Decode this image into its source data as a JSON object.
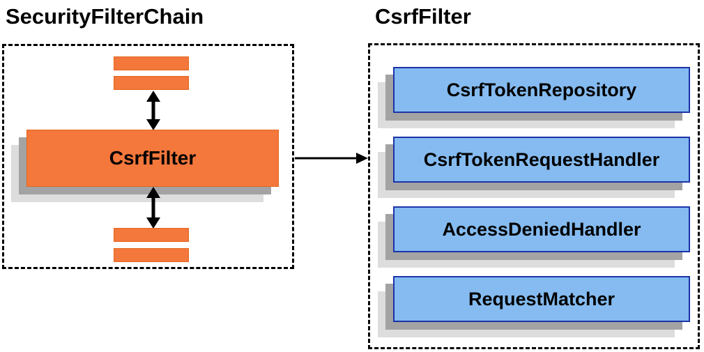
{
  "diagram": {
    "left": {
      "title": "SecurityFilterChain",
      "filter_box_label": "CsrfFilter"
    },
    "right": {
      "title": "CsrfFilter",
      "components": [
        "CsrfTokenRepository",
        "CsrfTokenRequestHandler",
        "AccessDeniedHandler",
        "RequestMatcher"
      ]
    }
  },
  "icons": {
    "vertical_double_arrow": "double-headed vertical arrow",
    "horizontal_arrow": "right-pointing arrow"
  },
  "colors": {
    "orange_fill": "#F4773C",
    "orange_border": "#E2651D",
    "blue_fill": "#85BBF0",
    "blue_border": "#1B33A8",
    "shadow_dark": "#A3A3A3",
    "shadow_light": "#DDDDDD",
    "line_black": "#000000",
    "bg": "#FFFFFF"
  }
}
